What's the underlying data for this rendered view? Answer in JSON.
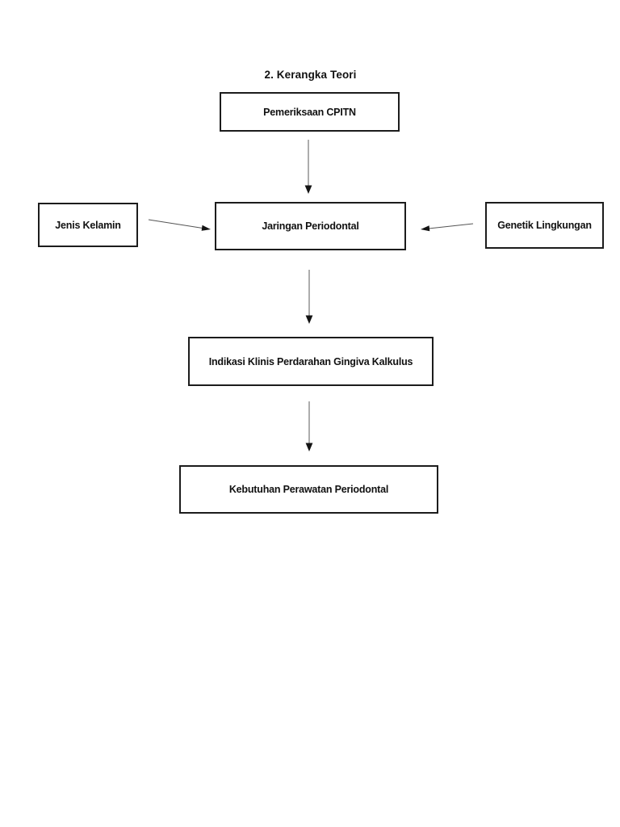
{
  "page": {
    "heading": "2. Kerangka Teori"
  },
  "diagram": {
    "nodes": {
      "pemeriksaan_cpitn": {
        "label": "Pemeriksaan CPITN"
      },
      "jenis_kelamin": {
        "label": "Jenis Kelamin"
      },
      "jaringan_periodontal": {
        "label": "Jaringan Periodontal"
      },
      "genetik_lingkungan": {
        "label": "Genetik Lingkungan"
      },
      "indikasi_klinis": {
        "label": "Indikasi Klinis Perdarahan Gingiva Kalkulus"
      },
      "kebutuhan_perawatan": {
        "label": "Kebutuhan Perawatan Periodontal"
      }
    },
    "edges": [
      {
        "from": "pemeriksaan_cpitn",
        "to": "jaringan_periodontal",
        "direction": "down"
      },
      {
        "from": "jenis_kelamin",
        "to": "jaringan_periodontal",
        "direction": "right"
      },
      {
        "from": "genetik_lingkungan",
        "to": "jaringan_periodontal",
        "direction": "left"
      },
      {
        "from": "jaringan_periodontal",
        "to": "indikasi_klinis",
        "direction": "down"
      },
      {
        "from": "indikasi_klinis",
        "to": "kebutuhan_perawatan",
        "direction": "down"
      }
    ],
    "colors": {
      "box_border": "#1c1c1c",
      "box_fill": "#ffffff",
      "arrow_line": "#8a8a8a",
      "arrow_head": "#141414",
      "text": "#111111",
      "page_background": "#ffffff"
    }
  }
}
